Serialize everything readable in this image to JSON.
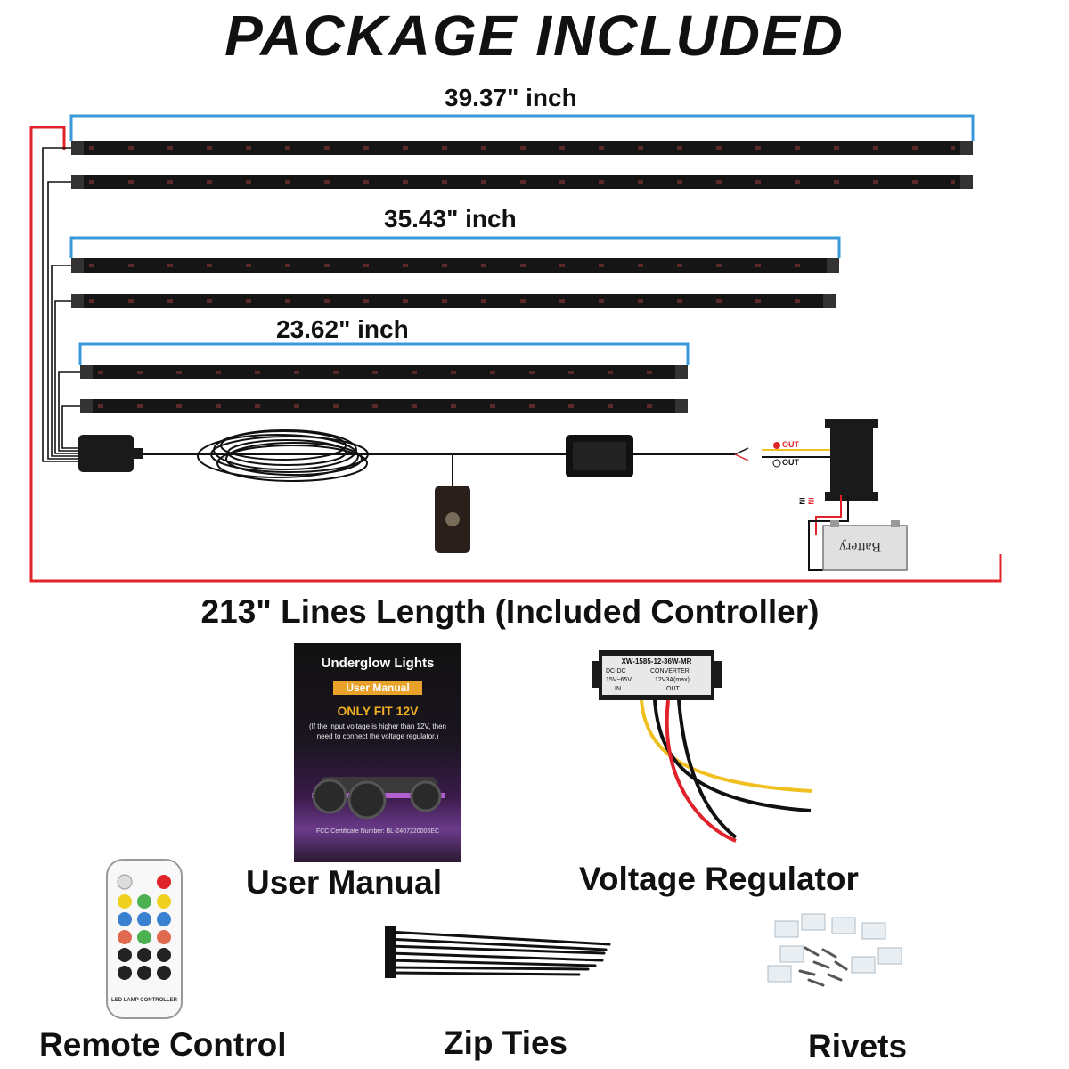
{
  "title": "PACKAGE INCLUDED",
  "dimensions": {
    "strip_long": "39.37\" inch",
    "strip_mid": "35.43\" inch",
    "strip_short": "23.62\" inch"
  },
  "lines_length": "213\" Lines Length (Included Controller)",
  "wiring": {
    "out_plus": "OUT",
    "out_minus": "OUT",
    "in_plus": "IN",
    "in_minus": "IN",
    "battery": "Battery"
  },
  "manual": {
    "title": "Underglow Lights",
    "subtitle": "User Manual",
    "fit": "ONLY FIT 12V",
    "note": "(If the input voltage is higher than 12V, then need to connect the voltage regulator.)",
    "fc": "FCC Certificate Number: BL-2407220006EC"
  },
  "regulator": {
    "model": "XW-1585-12-36W-MR",
    "type_left": "DC-DC",
    "type_right": "CONVERTER",
    "in_spec": "15V~65V",
    "out_spec": "12V3A(max)",
    "in": "IN",
    "out": "OUT"
  },
  "remote": {
    "footer": "LED LAMP CONTROLLER"
  },
  "captions": {
    "manual": "User Manual",
    "regulator": "Voltage Regulator",
    "remote": "Remote Control",
    "zip": "Zip Ties",
    "rivets": "Rivets"
  },
  "colors": {
    "dimension_bracket": "#3a9ad9",
    "red_line": "#e0232a",
    "strip_body": "#151515"
  }
}
